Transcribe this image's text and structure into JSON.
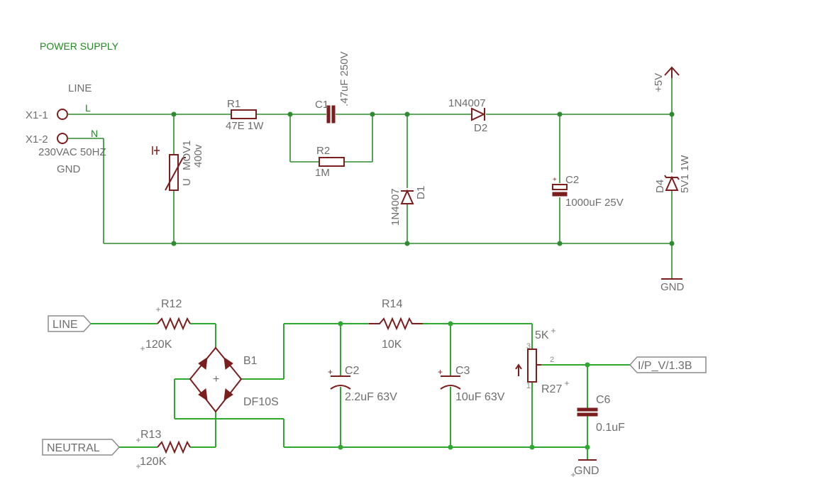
{
  "title": "POWER SUPPLY",
  "top": {
    "line_label": "LINE",
    "l_label": "L",
    "n_label": "N",
    "x1_1": "X1-1",
    "x1_2": "X1-2",
    "vac": "230VAC 50HZ",
    "gnd_left": "GND",
    "r1_name": "R1",
    "r1_value": "47E 1W",
    "c1_name": "C1",
    "c1_value": ".47uF 250V",
    "r2_name": "R2",
    "r2_value": "1M",
    "mov_name": "MOV1",
    "mov_value": "400v",
    "mov_u": "U",
    "d1_name": "D1",
    "d1_value": "1N4007",
    "d2_name": "D2",
    "d2_value": "1N4007",
    "c2_name": "C2",
    "c2_value": "1000uF 25V",
    "d4_name": "D4",
    "d4_value": "5V1 1W",
    "vplus": "+5V",
    "gnd_right": "GND"
  },
  "bottom": {
    "line_port": "LINE",
    "neutral_port": "NEUTRAL",
    "r12_name": "R12",
    "r12_value": "120K",
    "r13_name": "R13",
    "r13_value": "120K",
    "b1_name": "B1",
    "b1_value": "DF10S",
    "b1_plus": "+",
    "c2_name": "C2",
    "c2_value": "2.2uF 63V",
    "r14_name": "R14",
    "r14_value": "10K",
    "c3_name": "C3",
    "c3_value": "10uF 63V",
    "r27_name": "R27",
    "r27_value": "5K",
    "pin1": "1",
    "pin2": "2",
    "pin3": "3",
    "c6_name": "C6",
    "c6_value": "0.1uF",
    "out_port": "I/P_V/1.3B",
    "gnd": "GND"
  }
}
